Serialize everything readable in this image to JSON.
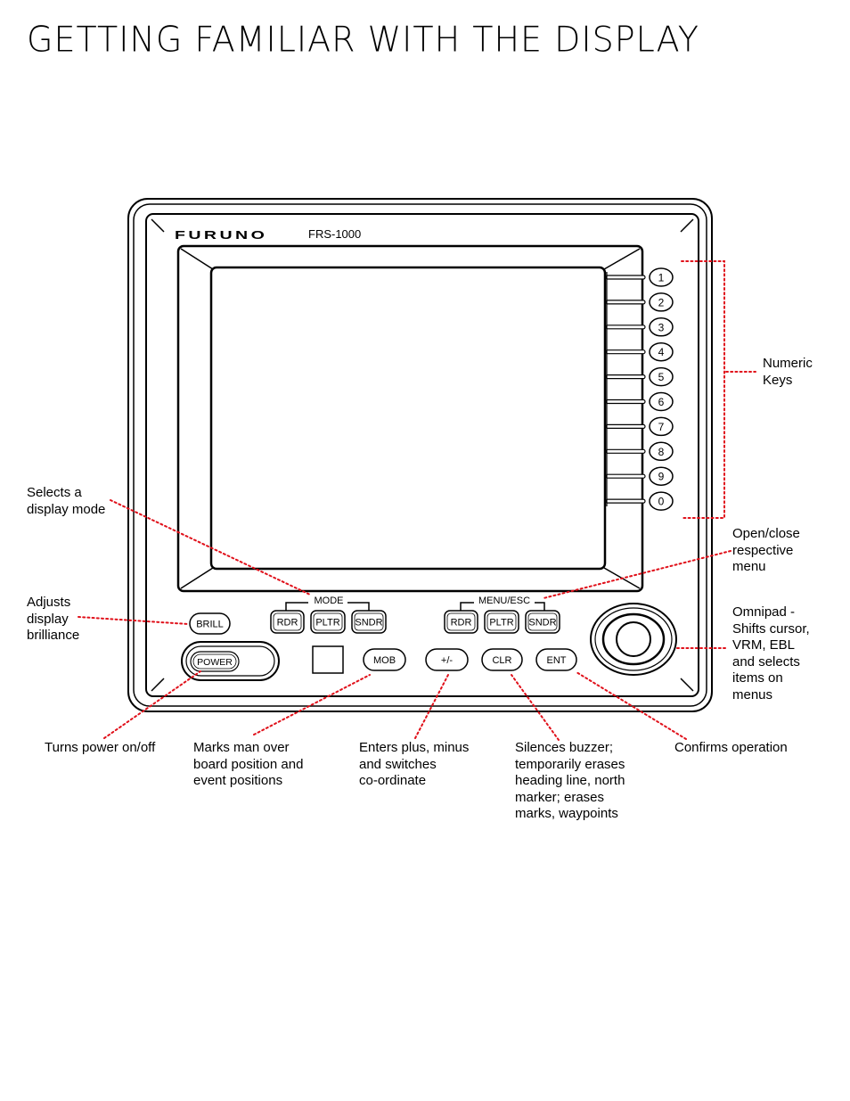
{
  "page": {
    "title": "Getting Familiar with the Display"
  },
  "device": {
    "brand": "FURUNO",
    "model": "FRS-1000",
    "numeric_keys": [
      "1",
      "2",
      "3",
      "4",
      "5",
      "6",
      "7",
      "8",
      "9",
      "0"
    ],
    "mode_group": {
      "label": "MODE",
      "keys": [
        "RDR",
        "PLTR",
        "SNDR"
      ]
    },
    "menu_group": {
      "label": "MENU/ESC",
      "keys": [
        "RDR",
        "PLTR",
        "SNDR"
      ]
    },
    "brill_key": "BRILL",
    "power_key": "POWER",
    "mob_key": "MOB",
    "plus_minus_key": "+/-",
    "clr_key": "CLR",
    "ent_key": "ENT"
  },
  "callouts": {
    "numeric_keys": "Numeric\nKeys",
    "display_mode": "Selects a\ndisplay mode",
    "menu": "Open/close\nrespective\nmenu",
    "brilliance": "Adjusts\ndisplay\nbrilliance",
    "omnipad": "Omnipad -\nShifts cursor,\nVRM, EBL\nand selects\nitems on\nmenus",
    "power": "Turns power on/off",
    "mob": "Marks man over\nboard position and\nevent positions",
    "plus_minus": "Enters plus, minus\nand switches\nco-ordinate",
    "clr": "Silences buzzer;\ntemporarily erases\nheading line, north\nmarker; erases\nmarks, waypoints",
    "ent": "Confirms operation"
  },
  "colors": {
    "leader": "#e0101a",
    "line": "#000000"
  }
}
